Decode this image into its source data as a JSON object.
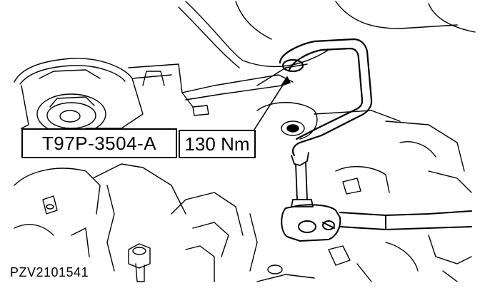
{
  "callouts": {
    "tool_number": "T97P-3504-A",
    "torque_value": "130 Nm"
  },
  "figure_id": "PZV2101541",
  "colors": {
    "line": "#000000",
    "background": "#ffffff"
  },
  "icons": [
    "torque-wrench-icon",
    "special-tool-icon",
    "arrow-icon"
  ]
}
